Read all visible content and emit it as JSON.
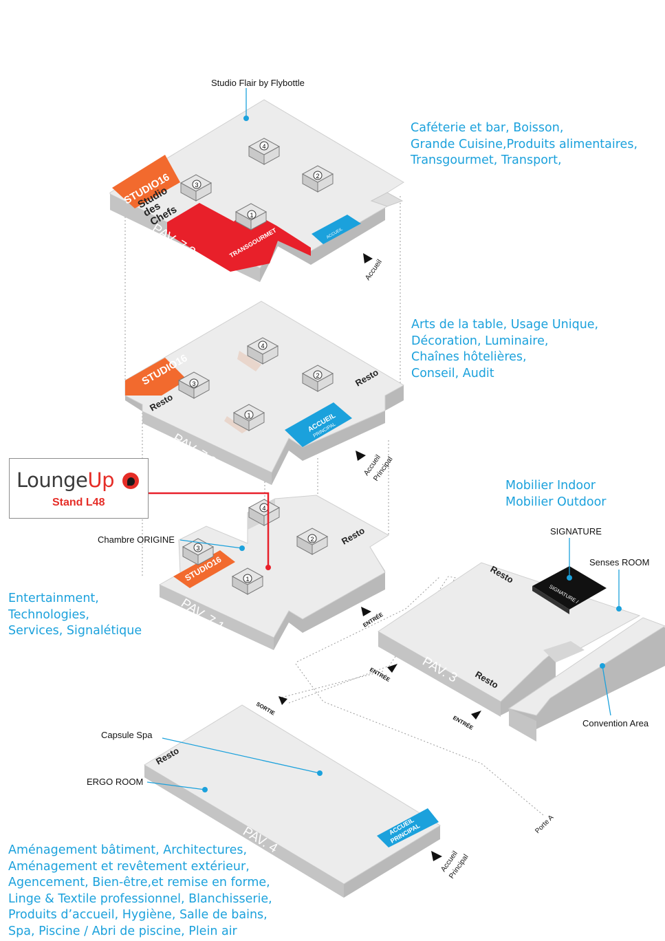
{
  "pavilions": {
    "p73": {
      "name": "PAV. 7.3",
      "studio": "STUDIO16",
      "chefs": [
        "Studio",
        "des",
        "Chefs"
      ],
      "red_zone": "TRANSGOURMET",
      "accueil": "ACCUEIL",
      "entry": "Accueil"
    },
    "p72": {
      "name": "PAV. 7.2",
      "studio": "STUDIO16",
      "resto_left": "Resto",
      "resto_right": "Resto",
      "accueil": [
        "ACCUEIL",
        "PRINCIPAL"
      ],
      "entry": [
        "Accueil",
        "Principal"
      ]
    },
    "p71": {
      "name": "PAV. 7.1",
      "studio": "STUDIO16",
      "resto": "Resto",
      "entry": "ENTRÉE"
    },
    "p3": {
      "name": "PAV. 3",
      "resto_top": "Resto",
      "resto_bottom": "Resto",
      "signature": "SIGNATURE /",
      "entry_1": "ENTRÉE",
      "entry_2": "ENTRÉE"
    },
    "p4": {
      "name": "PAV. 4",
      "resto": "Resto",
      "accueil": [
        "ACCUEIL",
        "PRINCIPAL"
      ],
      "entry": [
        "Accueil",
        "Principal"
      ],
      "exit": "SORTIE"
    }
  },
  "numbers": [
    "1",
    "2",
    "3",
    "4"
  ],
  "callouts": {
    "studio_flair": "Studio Flair by Flybottle",
    "chambre_origine": "Chambre ORIGINE",
    "signature": "SIGNATURE",
    "senses_room": "Senses ROOM",
    "convention_area": "Convention Area",
    "capsule_spa": "Capsule Spa",
    "ergo_room": "ERGO ROOM",
    "porte_a": "Porte A"
  },
  "categories": {
    "p73": [
      "Caféterie et bar, Boisson,",
      "Grande Cuisine,Produits alimentaires,",
      "Transgourmet, Transport,"
    ],
    "p72": [
      "Arts de la table, Usage Unique,",
      "Décoration, Luminaire,",
      "Chaînes hôtelières,",
      "Conseil, Audit"
    ],
    "p3": [
      "Mobilier Indoor",
      "Mobilier Outdoor"
    ],
    "p71": [
      "Entertainment,",
      "Technologies,",
      "Services, Signalétique"
    ],
    "p4": [
      "Aménagement bâtiment, Architectures,",
      "Aménagement et revêtement extérieur,",
      "Agencement, Bien-être,et remise en forme,",
      "Linge & Textile professionnel, Blanchisserie,",
      "Produits d’accueil, Hygiène, Salle de bains,",
      "Spa, Piscine / Abri de piscine, Plein air"
    ]
  },
  "loungeup": {
    "logo_text_1": "Lounge",
    "logo_text_2": "Up",
    "stand": "Stand L48"
  },
  "colors": {
    "accent_blue": "#1ba1dc",
    "studio_orange": "#f26a2e",
    "transgourmet_red": "#e8202a",
    "loungeup_red": "#e52d27",
    "floor_top": "#ececec",
    "floor_side": "#b9b9b9"
  }
}
